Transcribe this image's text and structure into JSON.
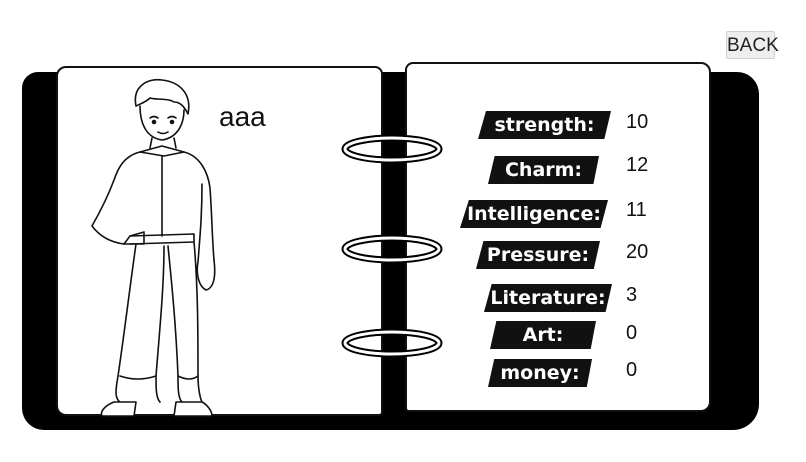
{
  "back_button": {
    "label": "BACK"
  },
  "character": {
    "name": "aaa"
  },
  "stats": [
    {
      "label": "strength:",
      "value": "10"
    },
    {
      "label": "Charm:",
      "value": "12"
    },
    {
      "label": "Intelligence:",
      "value": "11"
    },
    {
      "label": "Pressure:",
      "value": "20"
    },
    {
      "label": "Literature:",
      "value": "3"
    },
    {
      "label": "Art:",
      "value": "0"
    },
    {
      "label": "money:",
      "value": "0"
    }
  ]
}
